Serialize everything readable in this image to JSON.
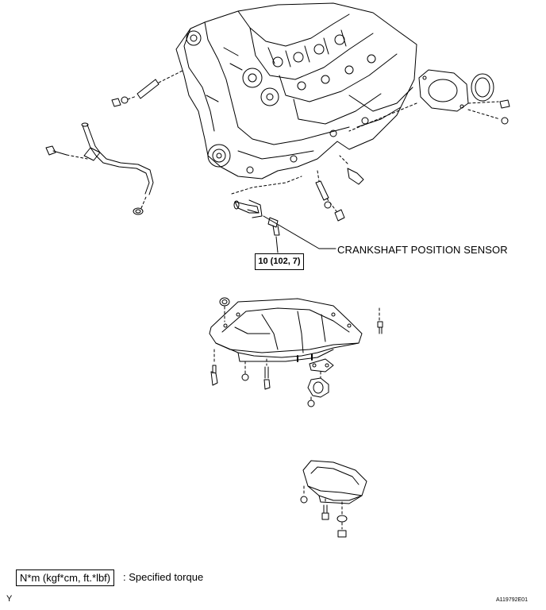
{
  "labels": {
    "crankshaft_position_sensor": "CRANKSHAFT POSITION SENSOR",
    "torque_spec": "10 (102, 7)"
  },
  "legend": {
    "unit_box": "N*m (kgf*cm, ft.*lbf)",
    "description": ": Specified torque"
  },
  "corner_mark": "Y",
  "figure_code": "A119792E01"
}
